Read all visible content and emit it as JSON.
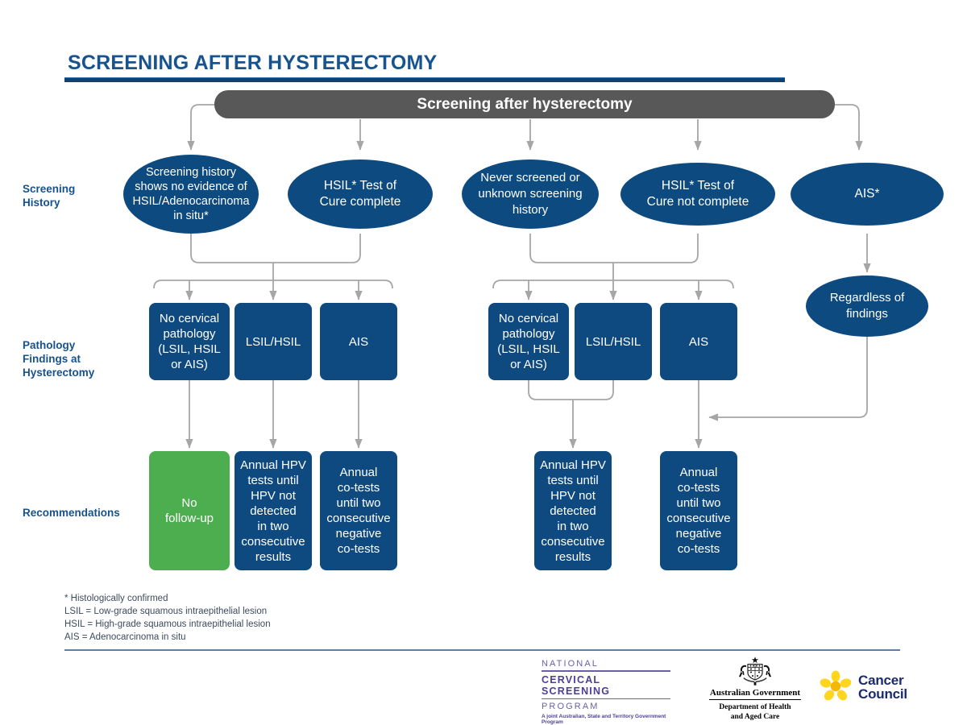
{
  "header": {
    "title": "SCREENING AFTER HYSTERECTOMY"
  },
  "banner": {
    "label": "Screening after hysterectomy"
  },
  "row_labels": {
    "screening_history": "Screening\nHistory",
    "pathology_findings": "Pathology\nFindings at\nHysterectomy",
    "recommendations": "Recommendations"
  },
  "screening_history": [
    {
      "id": "hist-no-evidence",
      "label": "Screening history\nshows no evidence of\nHSIL/Adenocarcinoma\nin situ*"
    },
    {
      "id": "hist-toc-complete",
      "label": "HSIL* Test of\nCure complete"
    },
    {
      "id": "hist-never-screened",
      "label": "Never screened or\nunknown screening\nhistory"
    },
    {
      "id": "hist-toc-not-complete",
      "label": "HSIL* Test of\nCure not complete"
    },
    {
      "id": "hist-ais",
      "label": "AIS*"
    }
  ],
  "regardless": {
    "label": "Regardless of\nfindings"
  },
  "pathology_findings": {
    "left": [
      {
        "id": "path-left-none",
        "label": "No cervical\npathology\n(LSIL, HSIL\nor AIS)"
      },
      {
        "id": "path-left-lsil-hsil",
        "label": "LSIL/HSIL"
      },
      {
        "id": "path-left-ais",
        "label": "AIS"
      }
    ],
    "right": [
      {
        "id": "path-right-none",
        "label": "No cervical\npathology\n(LSIL, HSIL\nor AIS)"
      },
      {
        "id": "path-right-lsil-hsil",
        "label": "LSIL/HSIL"
      },
      {
        "id": "path-right-ais",
        "label": "AIS"
      }
    ]
  },
  "recommendations": {
    "left": [
      {
        "id": "rec-no-followup",
        "label": "No\nfollow-up",
        "color": "#4cae4f"
      },
      {
        "id": "rec-left-annual-hpv",
        "label": "Annual HPV\ntests until\nHPV not\ndetected\nin two\nconsecutive\nresults",
        "color": "#0e4a80"
      },
      {
        "id": "rec-left-annual-cotests",
        "label": "Annual\nco-tests\nuntil two\nconsecutive\nnegative\nco-tests",
        "color": "#0e4a80"
      }
    ],
    "right": [
      {
        "id": "rec-right-annual-hpv",
        "label": "Annual HPV\ntests until\nHPV not\ndetected\nin two\nconsecutive\nresults",
        "color": "#0e4a80"
      },
      {
        "id": "rec-right-annual-cotests",
        "label": "Annual\nco-tests\nuntil two\nconsecutive\nnegative\nco-tests",
        "color": "#0e4a80"
      }
    ]
  },
  "footnotes": "* Histologically confirmed\nLSIL = Low-grade squamous intraepithelial lesion\nHSIL = High-grade squamous intraepithelial lesion\nAIS = Adenocarcinoma in situ",
  "footer": {
    "ncsp": {
      "line1": "NATIONAL",
      "line2": "CERVICAL SCREENING",
      "line3": "PROGRAM",
      "line4": "A joint Australian, State and Territory Government Program"
    },
    "government": {
      "line1": "Australian Government",
      "line2": "Department of Health\nand Aged Care"
    },
    "cancer_council": {
      "label": "Cancer\nCouncil"
    }
  },
  "colors": {
    "navy": "#0e4a80",
    "green": "#4cae4f",
    "banner_grey": "#585858",
    "connector_grey": "#a6a6a6",
    "title_blue": "#16538f",
    "ncsp_purple": "#4b3f96",
    "cancer_council_yellow": "#ffd520",
    "cancer_council_navy": "#1b2a6b"
  }
}
